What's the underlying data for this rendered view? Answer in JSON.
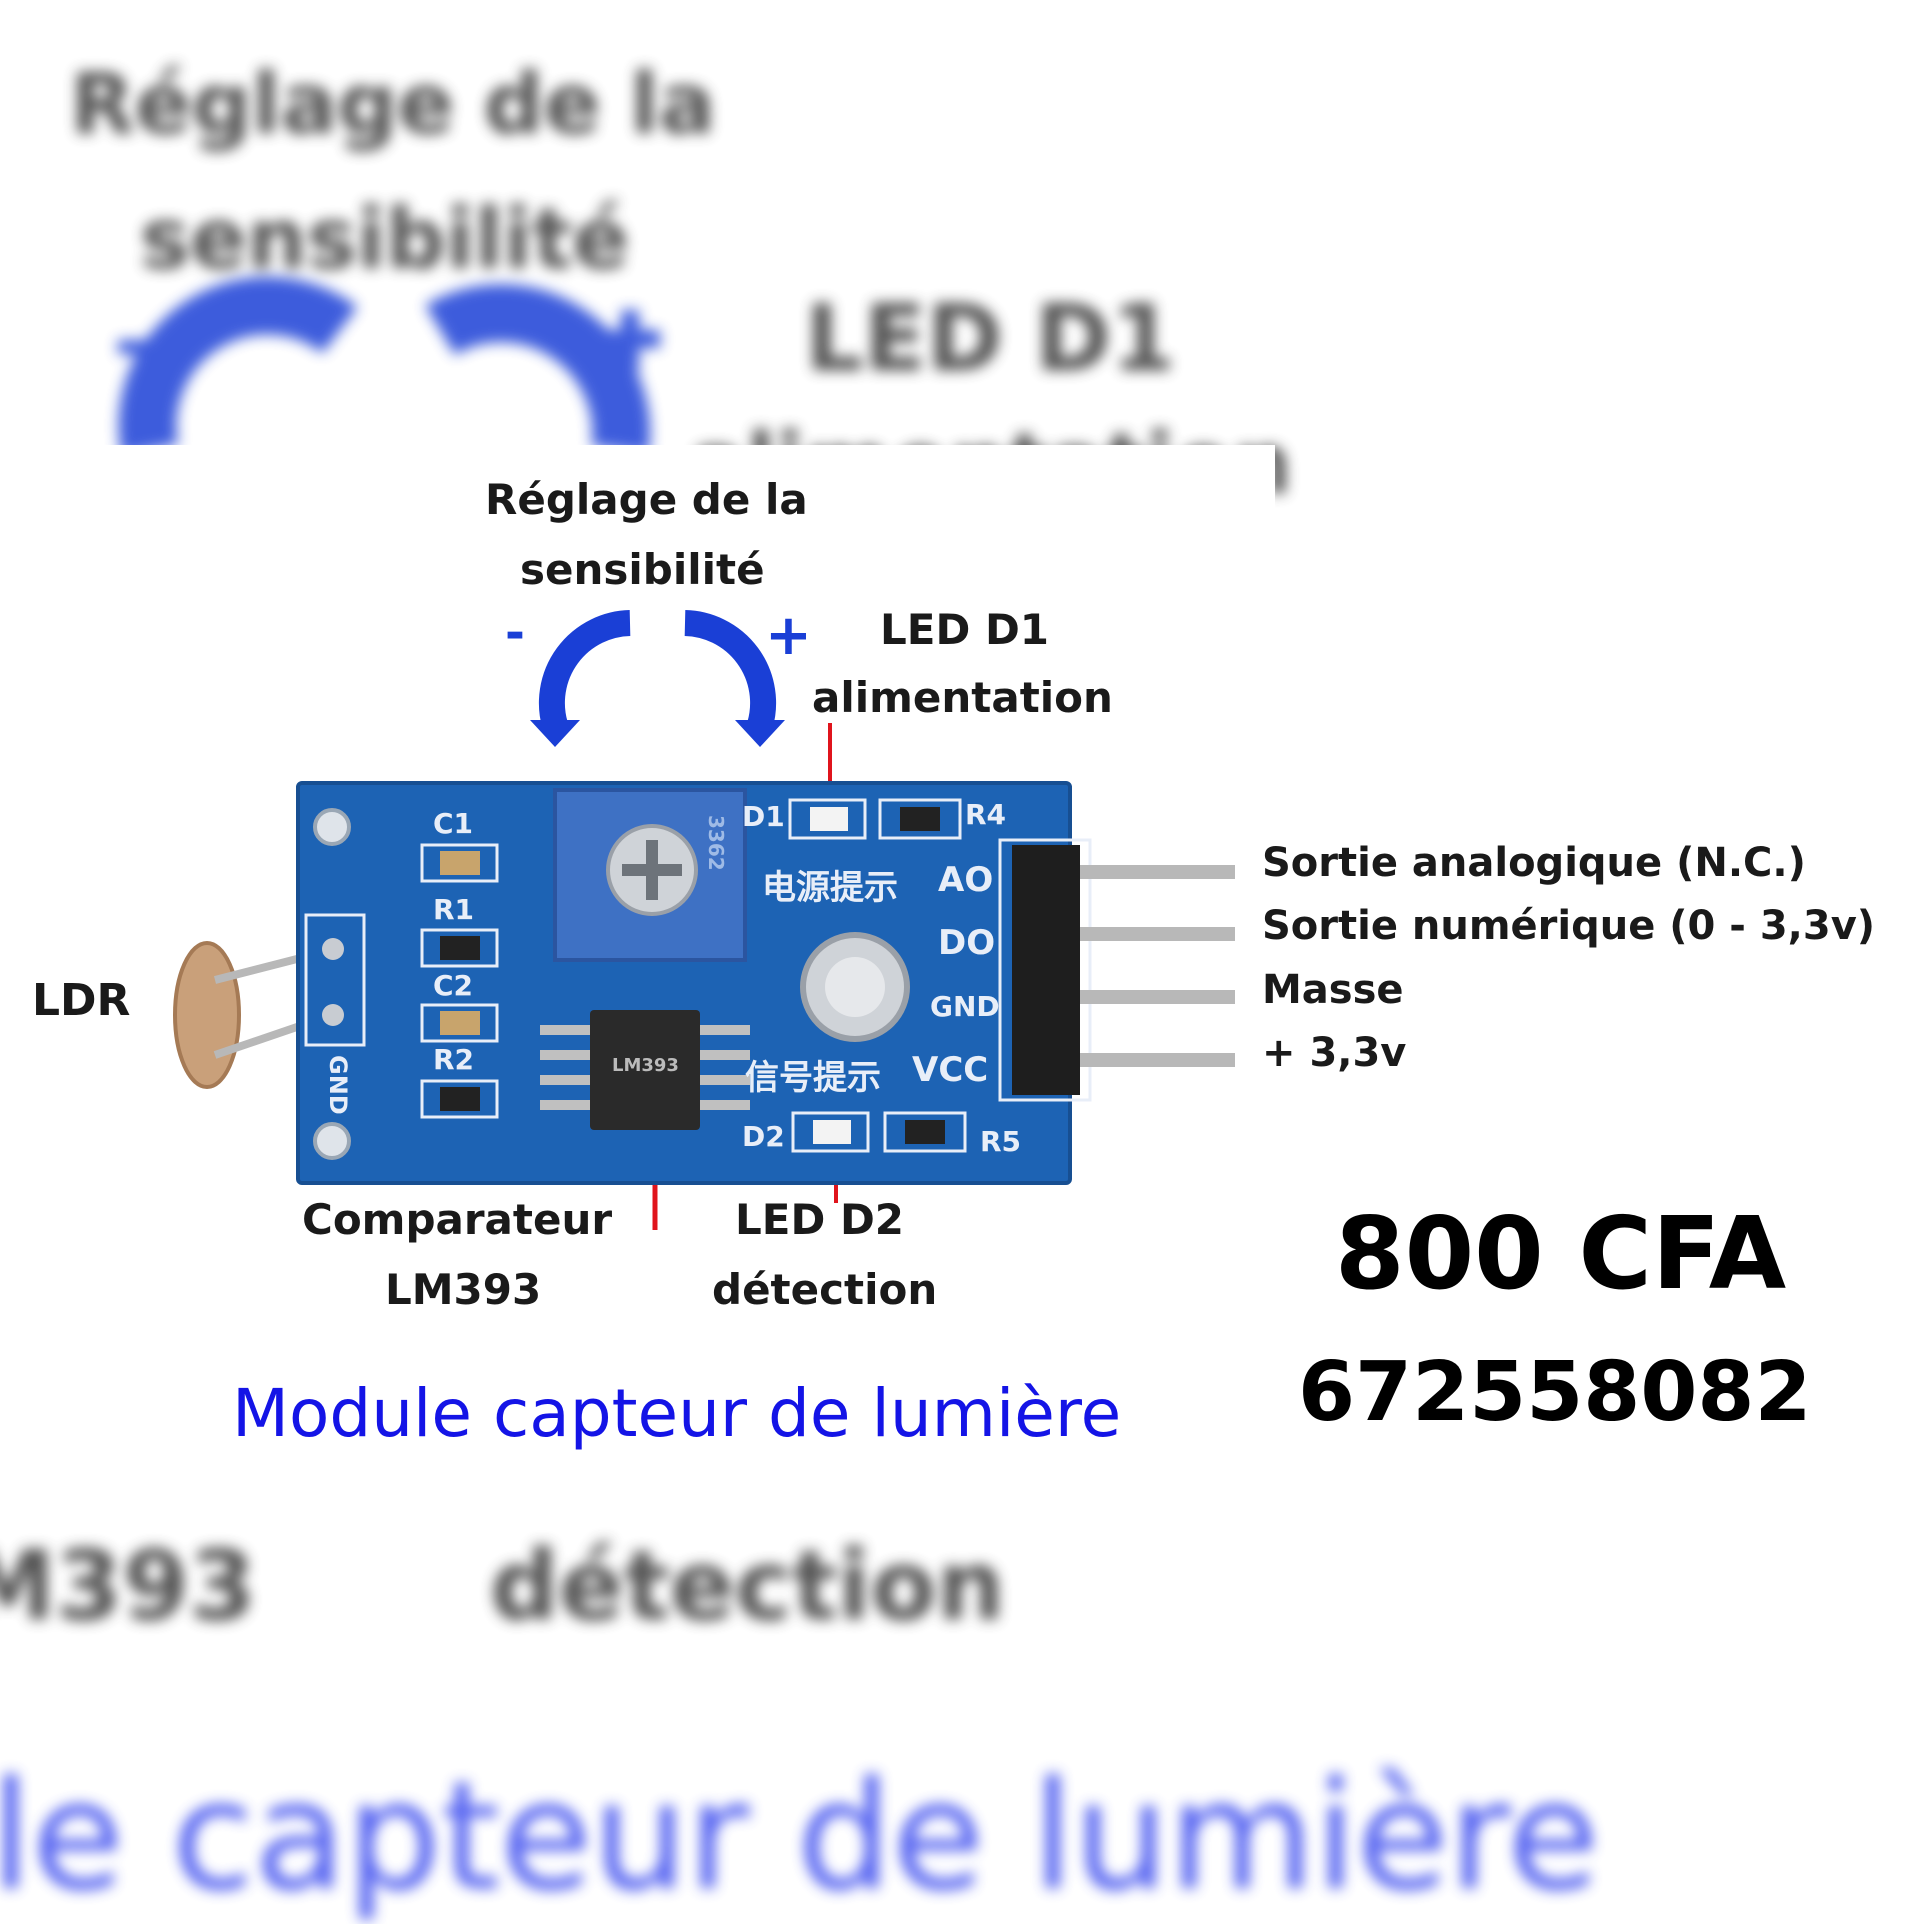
{
  "labels": {
    "sensitivity_line1": "Réglage de la",
    "sensitivity_line2": "sensibilité",
    "minus": "-",
    "plus": "+",
    "led_d1_line1": "LED  D1",
    "led_d1_line2": "alimentation",
    "ldr": "LDR",
    "comparator_line1": "Comparateur",
    "comparator_line2": "LM393",
    "led_d2_line1": "LED  D2",
    "led_d2_line2": "détection"
  },
  "pins": [
    {
      "label": "Sortie analogique (N.C.)",
      "silk": "AO"
    },
    {
      "label": "Sortie numérique (0 - 3,3v)",
      "silk": "DO"
    },
    {
      "label": "Masse",
      "silk": "GND"
    },
    {
      "label": "+ 3,3v",
      "silk": "VCC"
    }
  ],
  "board": {
    "c1": "C1",
    "r1": "R1",
    "c2": "C2",
    "r2": "R2",
    "d1": "D1",
    "r4": "R4",
    "d2": "D2",
    "r5": "R5",
    "gnd": "GND",
    "power_indicator": "电源提示",
    "signal_indicator": "信号提示",
    "pot_marking": "3362",
    "chip_marking": "LM393"
  },
  "caption": "Module capteur de lumière",
  "price": "800 CFA",
  "phone": "672558082",
  "background": {
    "top_line1": "Réglage de la",
    "top_line2": "sensibilité",
    "top_led": "LED  D1",
    "top_partial": "alimentation",
    "bottom_left": "M393",
    "bottom_mid": "détection",
    "bottom_caption": "le capteur de lumière"
  },
  "colors": {
    "pcb": "#1d63b4",
    "arrow_blue": "#1a3fd6",
    "caption_blue": "#1414e6",
    "pointer_red": "#e0141c"
  }
}
